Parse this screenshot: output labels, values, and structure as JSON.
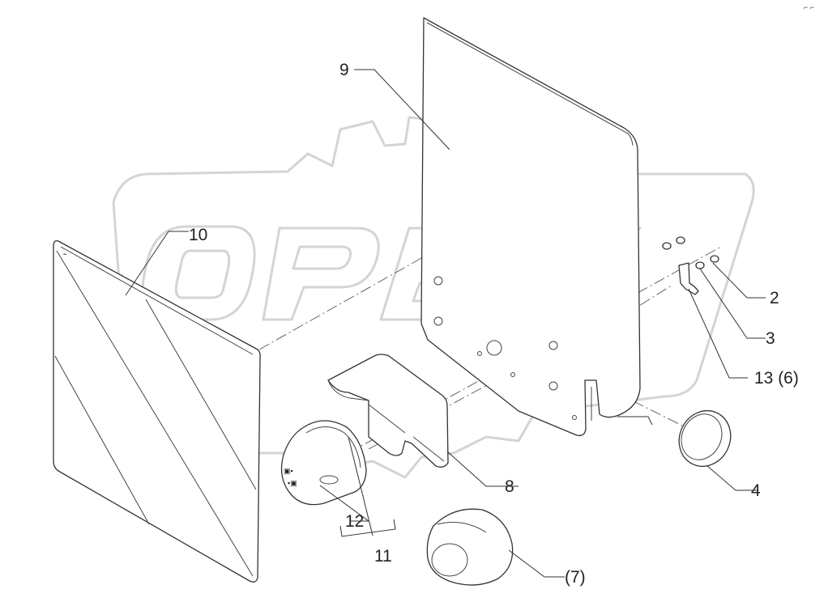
{
  "watermark": {
    "text": "OPEX",
    "color": "#d4d4d4"
  },
  "corner_mark": "⌐ ⌐",
  "labels": {
    "p2": "2",
    "p3": "3",
    "p4": "4",
    "p7": "(7)",
    "p8": "8",
    "p9": "9",
    "p10": "10",
    "p11": "11",
    "p12": "12",
    "p13": "13 (6)"
  },
  "line_color": "#333333"
}
